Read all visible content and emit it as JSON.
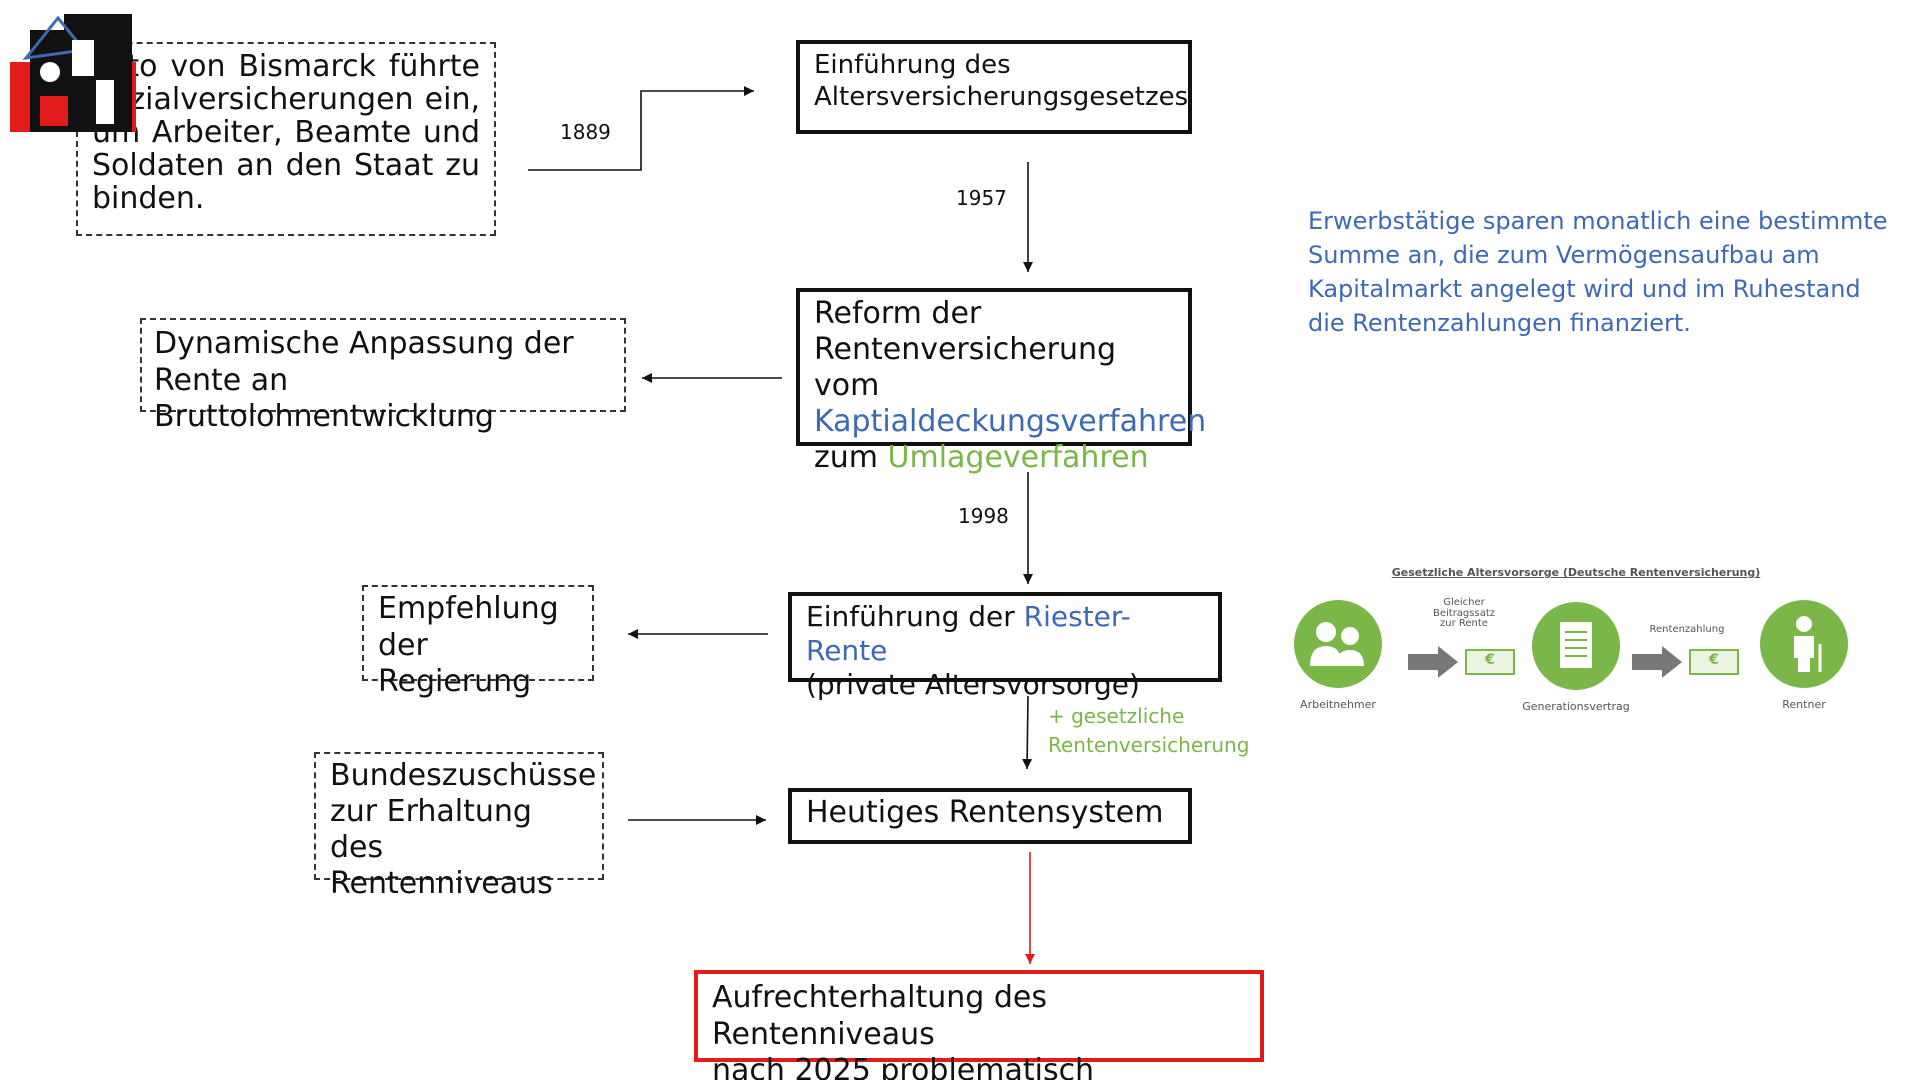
{
  "bismarck_box": {
    "line1": "Otto von Bismarck führte",
    "line2": "Sozialversicherungen ein,",
    "line3": "um Arbeiter, Beamte und",
    "line4": "Soldaten an den Staat zu",
    "line5": "binden."
  },
  "year_1889": "1889",
  "year_1957": "1957",
  "year_1998": "1998",
  "altersversicherung_box": {
    "line1": "Einführung des",
    "line2": "Altersversicherungsgesetzes"
  },
  "dynamische_box": {
    "line1": "Dynamische Anpassung der",
    "line2": "Rente an Bruttolohnentwicklung"
  },
  "reform_box": {
    "line1": "Reform der",
    "line2": "Rentenversicherung vom",
    "kapital": "Kaptialdeckungsverfahren",
    "zum": "zum ",
    "umlage": "Umlageverfahren"
  },
  "kapital_info": "Erwerbstätige sparen monatlich eine bestimmte Summe an, die zum Vermögensaufbau am Kapitalmarkt angelegt wird und im Ruhestand die Rentenzahlungen finanziert.",
  "empfehlung_box": {
    "line1": "Empfehlung",
    "line2": "der Regierung"
  },
  "riester_box": {
    "prefix": "Einführung der ",
    "riester": "Riester-Rente",
    "line2": "(private Altersvorsorge)"
  },
  "gesetzlich_note": {
    "line1": "+ gesetzliche",
    "line2": "Rentenversicherung"
  },
  "bundes_box": {
    "line1": "Bundeszuschüsse",
    "line2": "zur Erhaltung des",
    "line3": "Rentenniveaus"
  },
  "heutiges_box": "Heutiges Rentensystem",
  "aufrecht_box": {
    "line1": "Aufrechterhaltung des Rentenniveaus",
    "line2": "nach 2025 problematisch"
  },
  "pension_graphic": {
    "title": "Gesetzliche  Altersvorsorge (Deutsche Rentenversicherung)",
    "arbeitnehmer": "Arbeitnehmer",
    "beitrag1": "Gleicher",
    "beitrag2": "Beitragssatz",
    "beitrag3": "zur Rente",
    "generationsvertrag": "Generationsvertrag",
    "rentenzahlung": "Rentenzahlung",
    "rentner": "Rentner",
    "euro": "€"
  },
  "colors": {
    "kapital_blue": "#3d6ab5",
    "umlage_green": "#7ab648",
    "alert_red": "#e21b1b"
  }
}
